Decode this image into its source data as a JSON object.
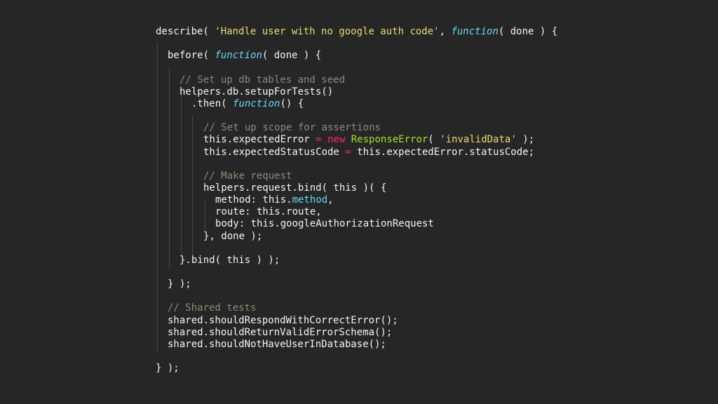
{
  "colors": {
    "background": "#262626",
    "text": "#f4f4f4",
    "string": "#e6db74",
    "keyword": "#66d9ef",
    "comment": "#8f8a78",
    "operator": "#f92672",
    "class": "#a6e22e",
    "property": "#66d9ef",
    "indent_guide": "#4a4a4a"
  },
  "code": {
    "lines": [
      [
        [
          "plain",
          "describe( "
        ],
        [
          "string",
          "'Handle user with no google auth code'"
        ],
        [
          "plain",
          ", "
        ],
        [
          "keyword",
          "function"
        ],
        [
          "plain",
          "( done ) {"
        ]
      ],
      [],
      [
        [
          "plain",
          "before( "
        ],
        [
          "keyword",
          "function"
        ],
        [
          "plain",
          "( done ) {"
        ]
      ],
      [],
      [
        [
          "comment",
          "// Set up db tables and seed"
        ]
      ],
      [
        [
          "plain",
          "helpers.db.setupForTests()"
        ]
      ],
      [
        [
          "plain",
          ".then( "
        ],
        [
          "keyword",
          "function"
        ],
        [
          "plain",
          "() {"
        ]
      ],
      [],
      [
        [
          "comment",
          "// Set up scope for assertions"
        ]
      ],
      [
        [
          "plain",
          "this.expectedError "
        ],
        [
          "operator",
          "="
        ],
        [
          "plain",
          " "
        ],
        [
          "operator",
          "new"
        ],
        [
          "plain",
          " "
        ],
        [
          "class",
          "ResponseError"
        ],
        [
          "plain",
          "( "
        ],
        [
          "string",
          "'invalidData'"
        ],
        [
          "plain",
          " );"
        ]
      ],
      [
        [
          "plain",
          "this.expectedStatusCode "
        ],
        [
          "operator",
          "="
        ],
        [
          "plain",
          " this.expectedError.statusCode;"
        ]
      ],
      [],
      [
        [
          "comment",
          "// Make request"
        ]
      ],
      [
        [
          "plain",
          "helpers.request.bind( this )( {"
        ]
      ],
      [
        [
          "plain",
          "method: this."
        ],
        [
          "prop",
          "method"
        ],
        [
          "plain",
          ","
        ]
      ],
      [
        [
          "plain",
          "route: this.route,"
        ]
      ],
      [
        [
          "plain",
          "body: this.googleAuthorizationRequest"
        ]
      ],
      [
        [
          "plain",
          "}, done );"
        ]
      ],
      [],
      [
        [
          "plain",
          "}.bind( this ) );"
        ]
      ],
      [],
      [
        [
          "plain",
          "} );"
        ]
      ],
      [],
      [
        [
          "comment",
          "// Shared tests"
        ]
      ],
      [
        [
          "plain",
          "shared.shouldRespondWithCorrectError();"
        ]
      ],
      [
        [
          "plain",
          "shared.shouldReturnValidErrorSchema();"
        ]
      ],
      [
        [
          "plain",
          "shared.shouldNotHaveUserInDatabase();"
        ]
      ],
      [],
      [
        [
          "plain",
          "} );"
        ]
      ]
    ]
  }
}
